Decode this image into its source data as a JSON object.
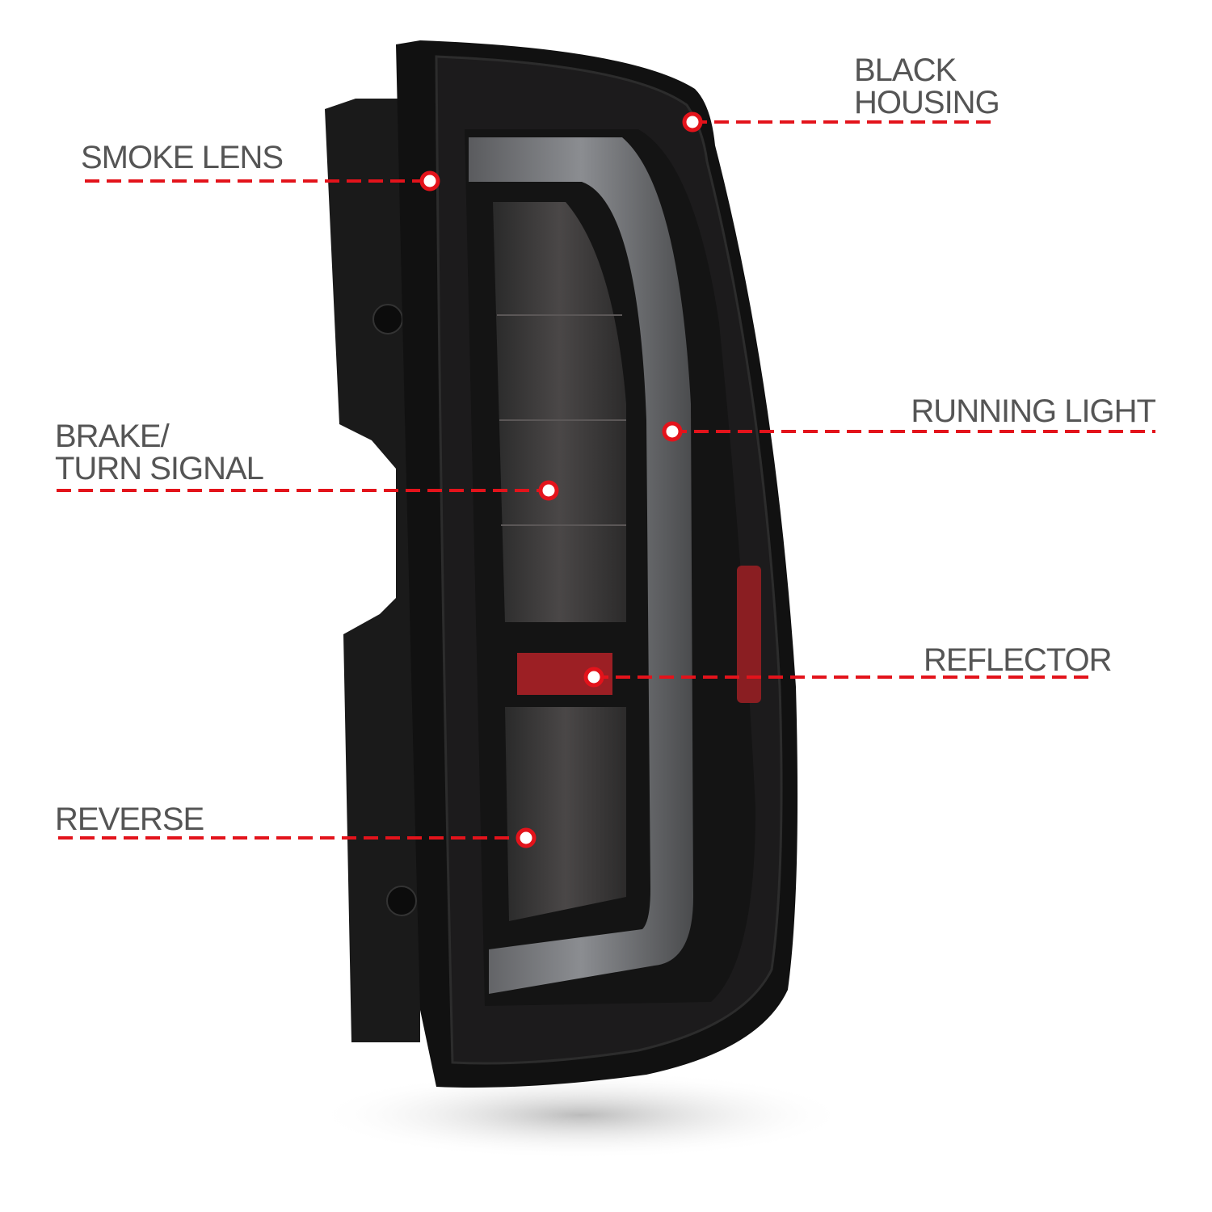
{
  "callouts": {
    "smoke_lens": "SMOKE LENS",
    "black_housing_1": "BLACK",
    "black_housing_2": "HOUSING",
    "running_light": "RUNNING LIGHT",
    "brake_turn_1": "BRAKE/",
    "brake_turn_2": "TURN SIGNAL",
    "reflector": "REFLECTOR",
    "reverse": "REVERSE"
  },
  "colors": {
    "accent": "#e3131b",
    "label": "#555555",
    "housing": "#111111"
  }
}
